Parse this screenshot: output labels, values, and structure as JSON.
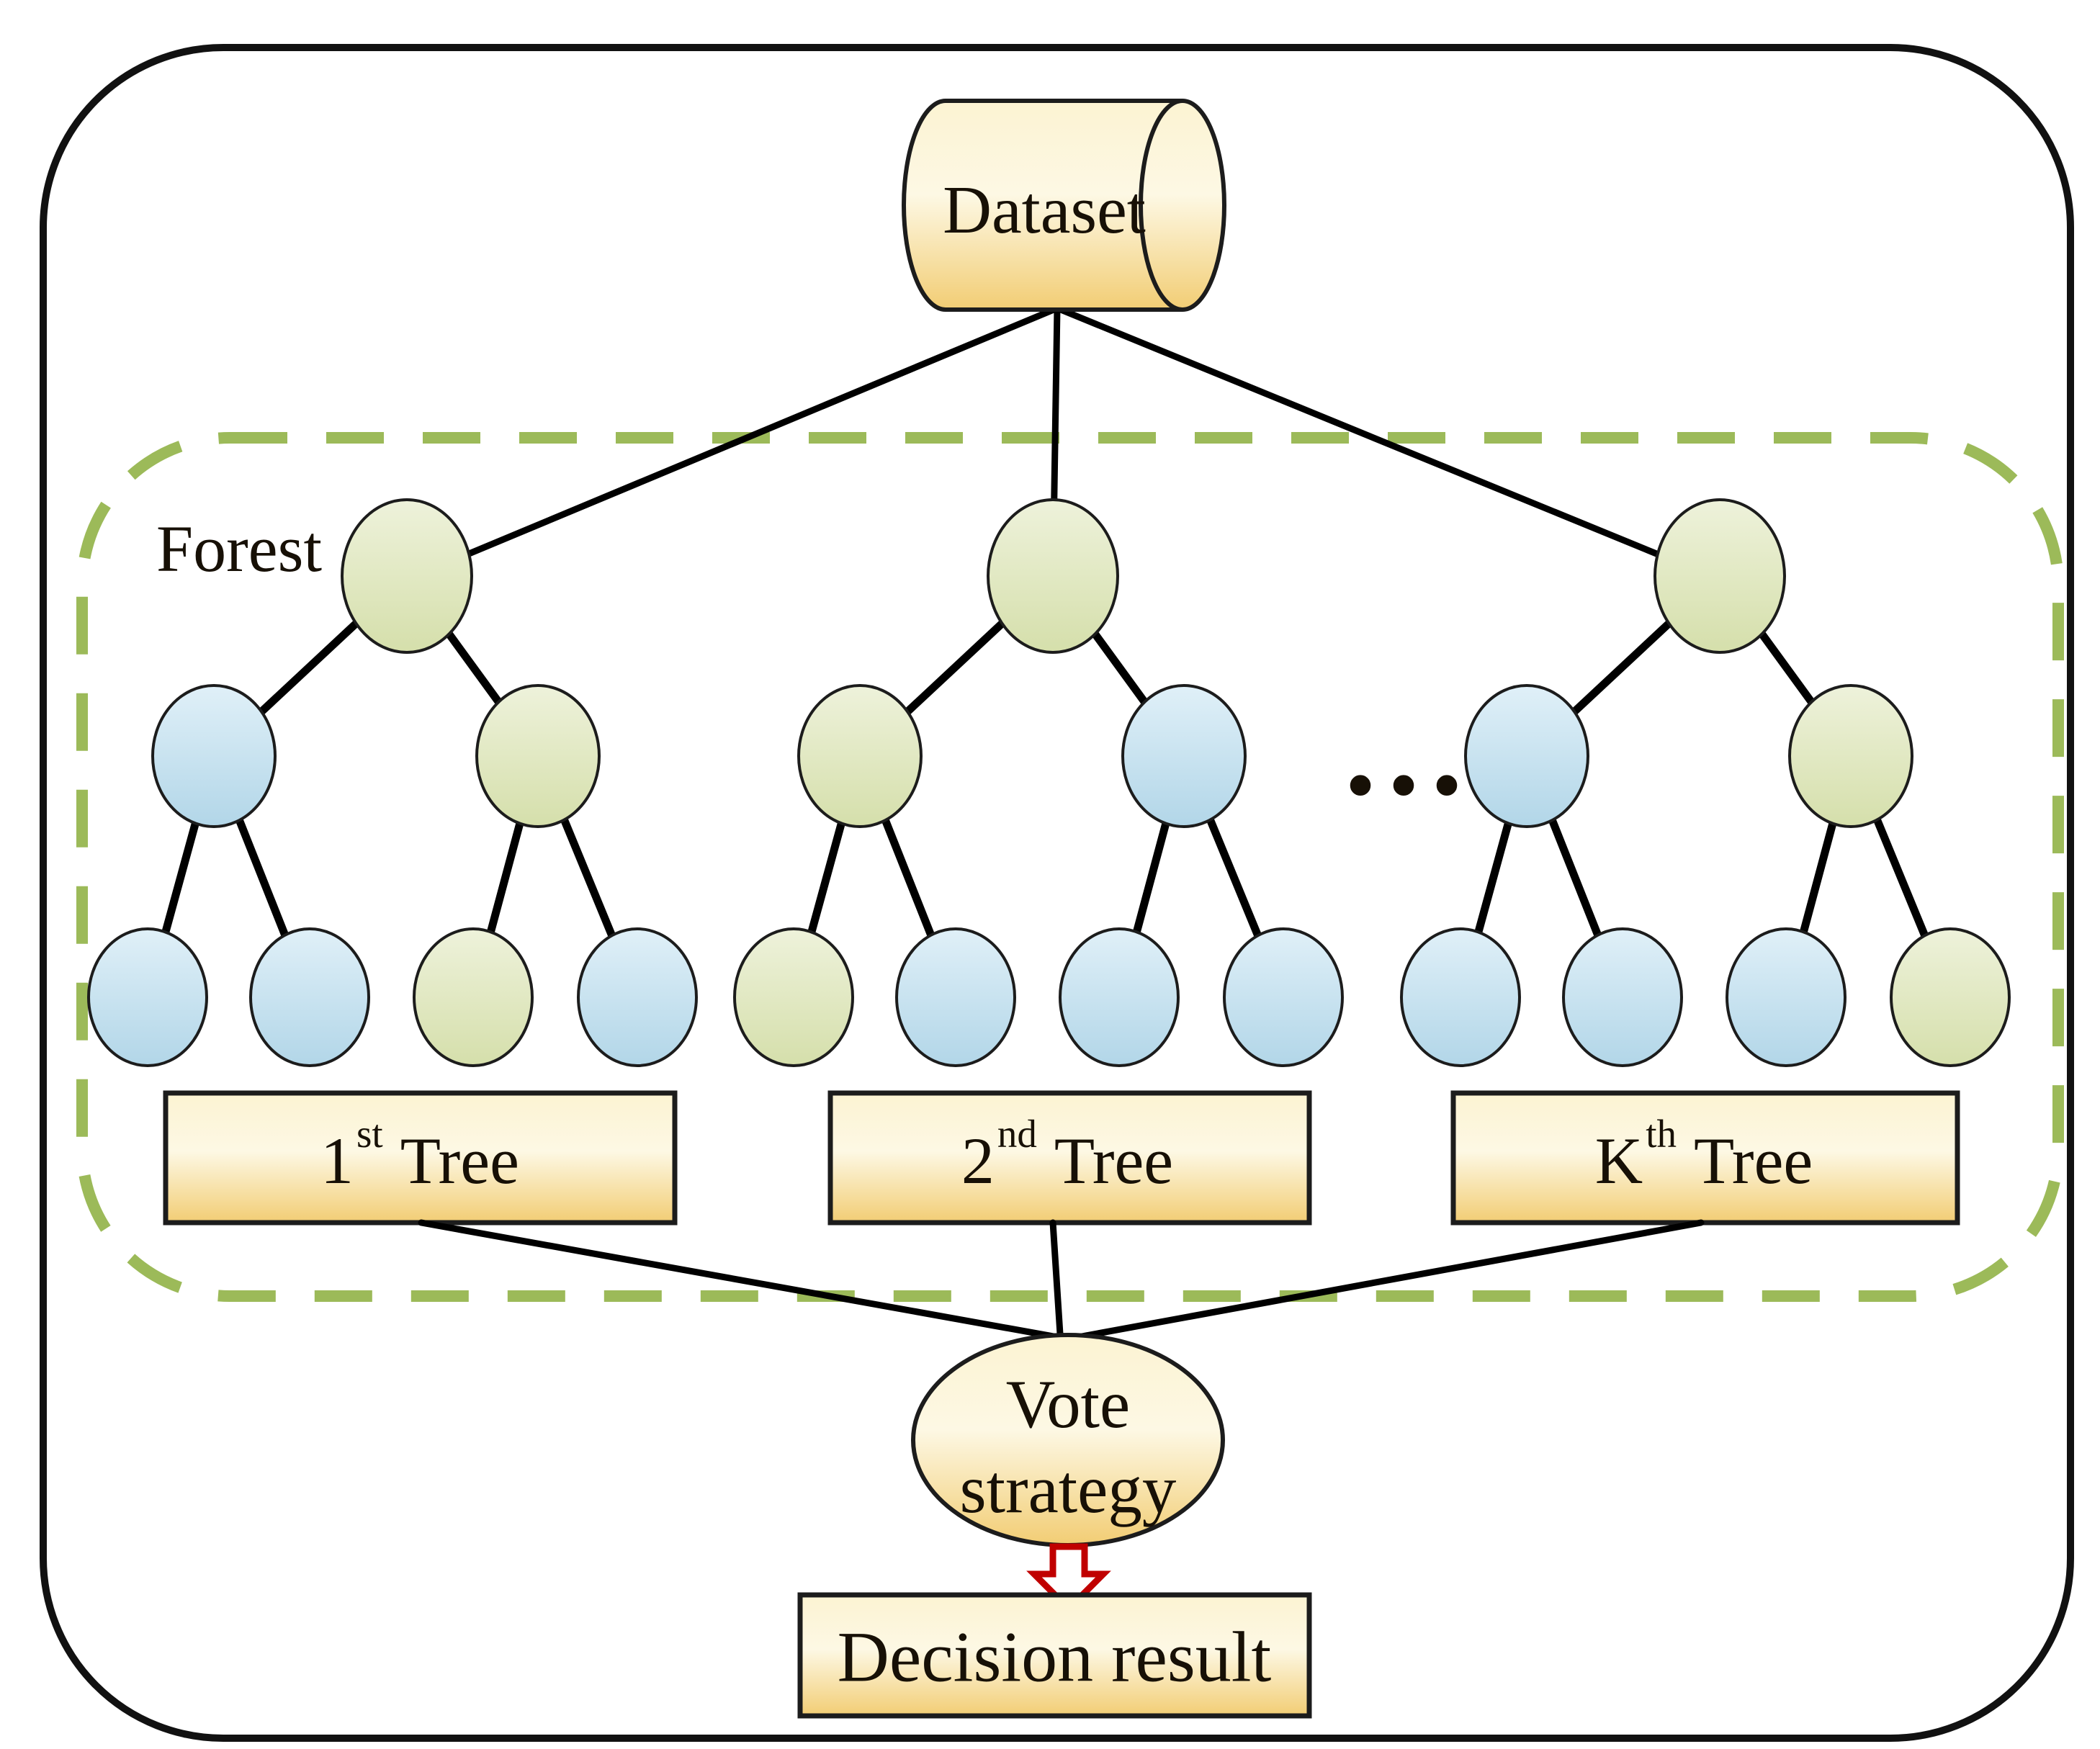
{
  "diagram": {
    "dataset_label": "Dataset",
    "forest_label": "Forest",
    "ellipsis": "•••",
    "trees": [
      {
        "num": "1",
        "sup": "st",
        "word": "Tree",
        "root": "green",
        "children": [
          "blue",
          "green"
        ],
        "leaves": [
          "blue",
          "blue",
          "green",
          "blue"
        ]
      },
      {
        "num": "2",
        "sup": "nd",
        "word": "Tree",
        "root": "green",
        "children": [
          "green",
          "blue"
        ],
        "leaves": [
          "green",
          "blue",
          "blue",
          "blue"
        ]
      },
      {
        "num": "K",
        "sup": "th",
        "word": "Tree",
        "root": "green",
        "children": [
          "blue",
          "green"
        ],
        "leaves": [
          "blue",
          "blue",
          "blue",
          "green"
        ]
      }
    ],
    "vote_label_line1": "Vote",
    "vote_label_line2": "strategy",
    "decision_label": "Decision result",
    "colors": {
      "yellow_top": "#fcf3d2",
      "yellow_mid": "#fdf8e4",
      "yellow_bottom": "#f2cd74",
      "green_top": "#eef2db",
      "green_bottom": "#d5dfab",
      "blue_top": "#e0f0f8",
      "blue_bottom": "#b2d6e8",
      "node_outline": "#1c1c1c",
      "edge_black": "#000000",
      "forest_dash_green": "#9cba59",
      "arrow_red": "#c00000",
      "border_black": "#111111"
    }
  }
}
